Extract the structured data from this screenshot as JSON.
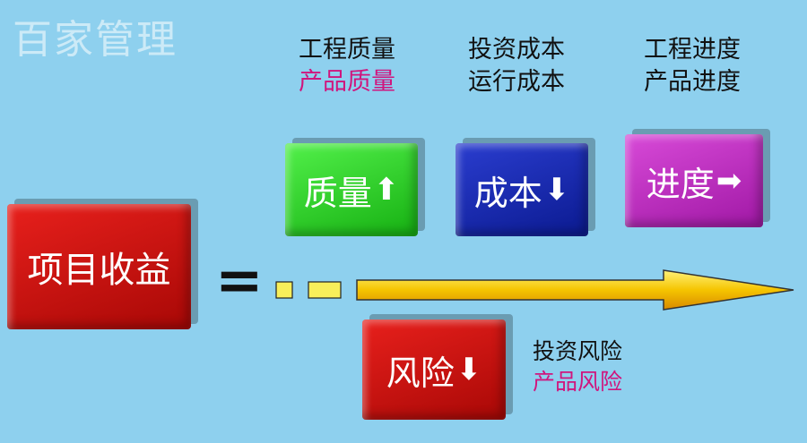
{
  "watermark": "百家管理",
  "captions": {
    "quality": {
      "line1": "工程质量",
      "line2": "产品质量",
      "line2_color": "#d0157d"
    },
    "cost": {
      "line1": "投资成本",
      "line2": "运行成本"
    },
    "schedule": {
      "line1": "工程进度",
      "line2": "产品进度"
    },
    "risk": {
      "line1": "投资风险",
      "line2": "产品风险",
      "line2_color": "#d0157d"
    }
  },
  "boxes": {
    "revenue": {
      "label": "项目收益",
      "color": "#d11410"
    },
    "quality": {
      "label": "质量",
      "arrow": "up",
      "color": "#2ed82a"
    },
    "cost": {
      "label": "成本",
      "arrow": "down",
      "color": "#1a2bb3"
    },
    "schedule": {
      "label": "进度",
      "arrow": "right",
      "color": "#c030c4"
    },
    "risk": {
      "label": "风险",
      "arrow": "down",
      "color": "#d11410"
    }
  },
  "equals_sign": "=",
  "arrow_color": "#f5c400"
}
